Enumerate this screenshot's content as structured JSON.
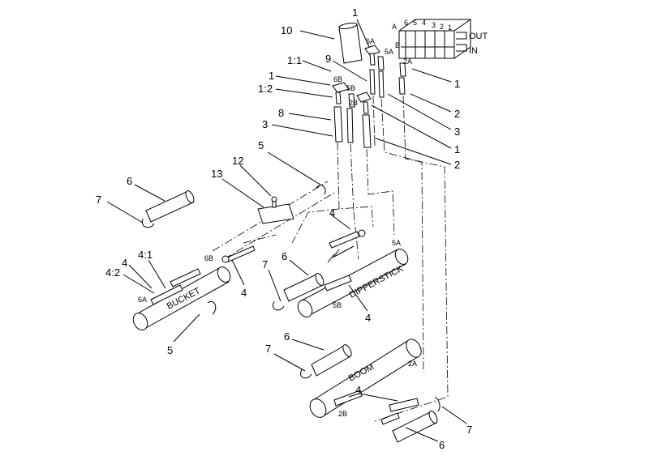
{
  "valve": {
    "out_label": "OUT",
    "in_label": "IN",
    "port_numbers": [
      "6",
      "5",
      "4",
      "3",
      "2",
      "1"
    ],
    "port_a": "A",
    "port_b": "B"
  },
  "callouts": {
    "c1a": "1",
    "c10": "10",
    "c11": "1:1",
    "c9": "9",
    "c1b": "1",
    "c12a": "1:2",
    "c8": "8",
    "c3a": "3",
    "c5a": "5",
    "c12b": "12",
    "c13": "13",
    "c6a": "6",
    "c7a": "7",
    "c4a": "4",
    "c41": "4:1",
    "c4b": "4",
    "c42": "4:2",
    "c4c": "4",
    "c7b": "7",
    "c6b": "6",
    "c5b": "5",
    "c4d": "4",
    "c6c": "6",
    "c7c": "7",
    "c4e": "4",
    "c7d": "7",
    "c6d": "6",
    "c1c": "1",
    "c2a": "2",
    "c3b": "3",
    "c1d": "1",
    "c2b": "2"
  },
  "ports": {
    "p6a_top": "6A",
    "p5a_top": "5A",
    "p2a_top": "2A",
    "p6b_mid": "6B",
    "p5b_mid": "5B",
    "p2b_mid": "2B",
    "p6b_low": "6B",
    "p6a_low": "6A",
    "p5a_low": "5A",
    "p5b_low": "5B",
    "p2a_low": "2A",
    "p2b_low": "2B"
  },
  "cylinder_labels": {
    "bucket": "BUCKET",
    "dipperstick": "DIPPERSTICK",
    "boom": "BOOM"
  }
}
